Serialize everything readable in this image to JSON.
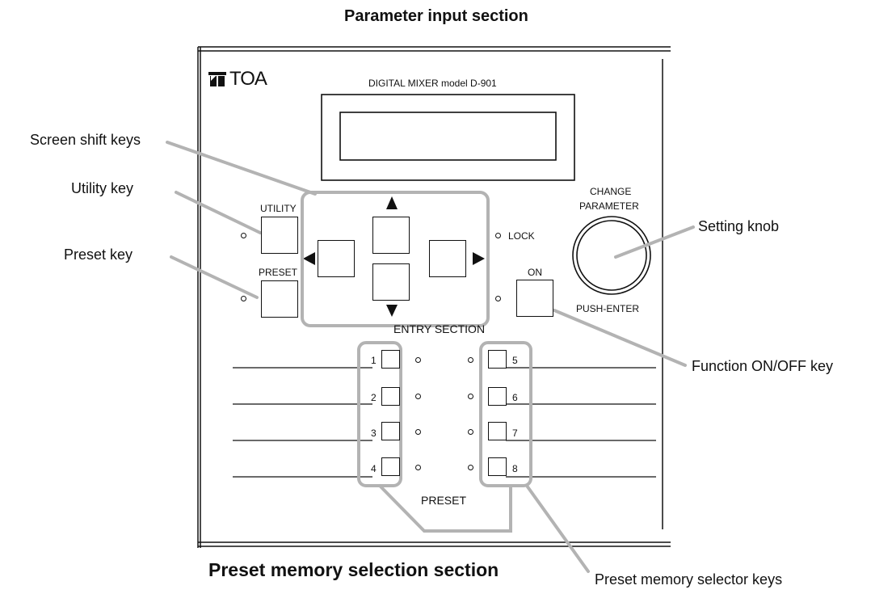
{
  "headings": {
    "top": "Parameter input section",
    "bottom": "Preset memory selection section"
  },
  "callouts": {
    "screen_shift": "Screen shift keys",
    "utility": "Utility key",
    "preset": "Preset key",
    "setting_knob": "Setting knob",
    "function_onoff": "Function ON/OFF key",
    "selector_keys": "Preset memory selector keys"
  },
  "panel": {
    "brand": "TOA",
    "model": "DIGITAL MIXER model D-901",
    "utility_label": "UTILITY",
    "preset_label": "PRESET",
    "lock_label": "LOCK",
    "on_label": "ON",
    "change_label": "CHANGE",
    "parameter_label": "PARAMETER",
    "push_enter_label": "PUSH-ENTER",
    "entry_section": "ENTRY SECTION",
    "preset_section": "PRESET",
    "preset_numbers_left": [
      "1",
      "2",
      "3",
      "4"
    ],
    "preset_numbers_right": [
      "5",
      "6",
      "7",
      "8"
    ]
  },
  "icons": {
    "logo": "toa-logo-icon",
    "arrow_up": "arrow-up-icon",
    "arrow_down": "arrow-down-icon",
    "arrow_left": "arrow-left-icon",
    "arrow_right": "arrow-right-icon",
    "knob": "rotary-knob-icon"
  },
  "colors": {
    "highlight": "#b3b3b3",
    "line": "#111111"
  }
}
